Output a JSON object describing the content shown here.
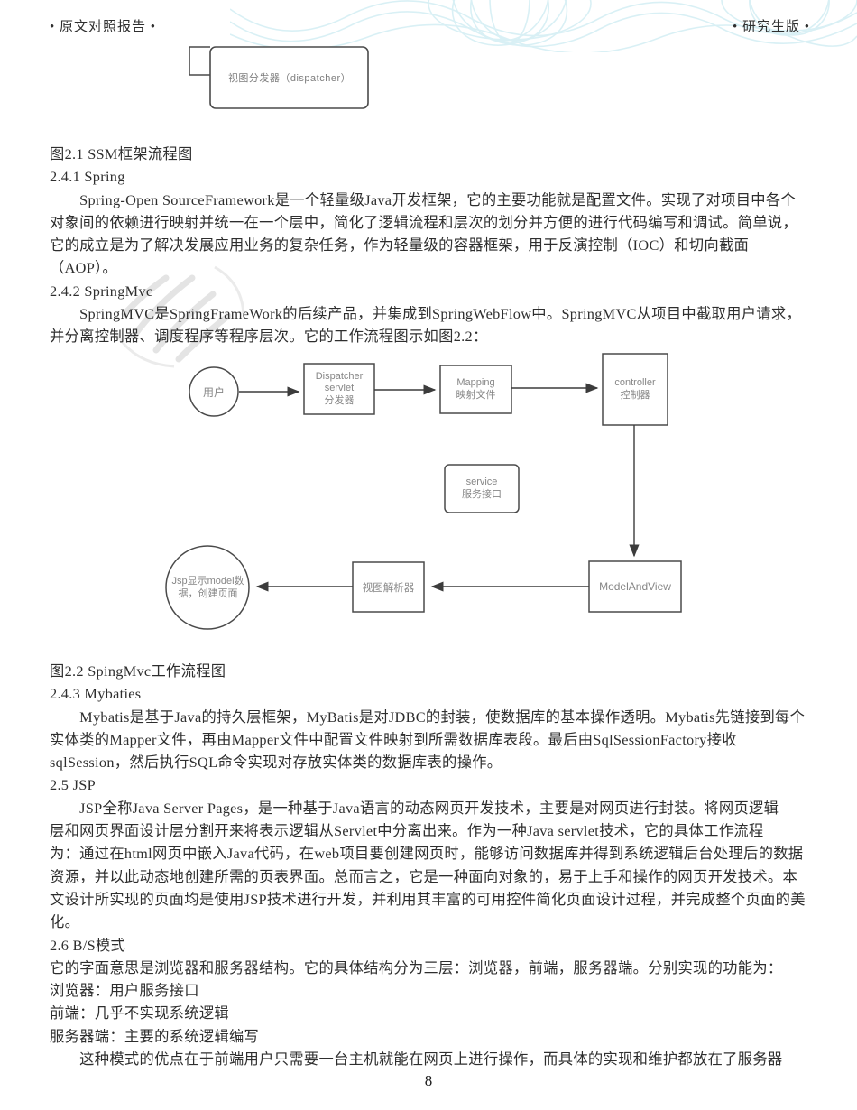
{
  "page": {
    "header_left": "• 原文对照报告 •",
    "header_right": "• 研究生版 •",
    "page_number": "8"
  },
  "figure21_partial": {
    "dispatcher_box_label": "视图分发器（dispatcher）"
  },
  "text_block_top": {
    "lines": [
      "图2.1 SSM框架流程图",
      "2.4.1 Spring",
      "　　Spring-Open SourceFramework是一个轻量级Java开发框架，它的主要功能就是配置文件。实现了对项目中各个",
      "对象间的依赖进行映射并统一在一个层中，简化了逻辑流程和层次的划分并方便的进行代码编写和调试。简单说，",
      "它的成立是为了解决发展应用业务的复杂任务，作为轻量级的容器框架，用于反演控制（IOC）和切向截面",
      "（AOP）。",
      "2.4.2 SpringMvc",
      "　　SpringMVC是SpringFrameWork的后续产品，并集成到SpringWebFlow中。SpringMVC从项目中截取用户请求，",
      "并分离控制器、调度程序等程序层次。它的工作流程图示如图2.2："
    ]
  },
  "figure22": {
    "nodes": {
      "user": "用户",
      "dispatcher": "Dispatcher\nservlet\n分发器",
      "mapping": "Mapping\n映射文件",
      "controller": "controller\n控制器",
      "service": "service\n服务接口",
      "modelandview": "ModelAndView",
      "view_resolver": "视图解析器",
      "jsp": "Jsp显示model数\n据，创建页面"
    },
    "line_color": "#4a4a4a",
    "label_color": "#868686"
  },
  "text_block_bottom": {
    "lines": [
      "图2.2 SpingMvc工作流程图",
      "2.4.3 Mybaties",
      "　　Mybatis是基于Java的持久层框架，MyBatis是对JDBC的封装，使数据库的基本操作透明。Mybatis先链接到每个",
      "实体类的Mapper文件，再由Mapper文件中配置文件映射到所需数据库表段。最后由SqlSessionFactory接收",
      "sqlSession，然后执行SQL命令实现对存放实体类的数据库表的操作。",
      "2.5 JSP",
      "　　JSP全称Java Server Pages，是一种基于Java语言的动态网页开发技术，主要是对网页进行封装。将网页逻辑",
      "层和网页界面设计层分割开来将表示逻辑从Servlet中分离出来。作为一种Java servlet技术，它的具体工作流程",
      "为：通过在html网页中嵌入Java代码，在web项目要创建网页时，能够访问数据库并得到系统逻辑后台处理后的数据",
      "资源，并以此动态地创建所需的页表界面。总而言之，它是一种面向对象的，易于上手和操作的网页开发技术。本",
      "文设计所实现的页面均是使用JSP技术进行开发，并利用其丰富的可用控件简化页面设计过程，并完成整个页面的美",
      "化。",
      "2.6 B/S模式",
      "它的字面意思是浏览器和服务器结构。它的具体结构分为三层：浏览器，前端，服务器端。分别实现的功能为：",
      "浏览器：用户服务接口",
      "前端：几乎不实现系统逻辑",
      "服务器端：主要的系统逻辑编写",
      "　　这种模式的优点在于前端用户只需要一台主机就能在网页上进行操作，而具体的实现和维护都放在了服务器"
    ]
  }
}
